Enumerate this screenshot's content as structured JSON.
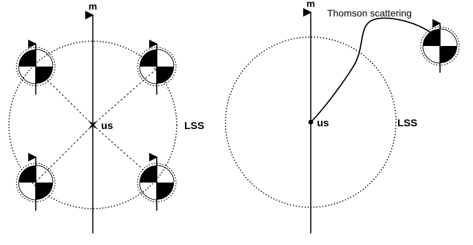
{
  "left_panel": {
    "axis_label": "m",
    "observer_label": "us",
    "sphere_label": "LSS"
  },
  "right_panel": {
    "axis_label": "m",
    "observer_label": "us",
    "sphere_label": "LSS",
    "process_label": "Thomson scattering"
  },
  "colors": {
    "ink": "#000000",
    "background": "#ffffff"
  }
}
